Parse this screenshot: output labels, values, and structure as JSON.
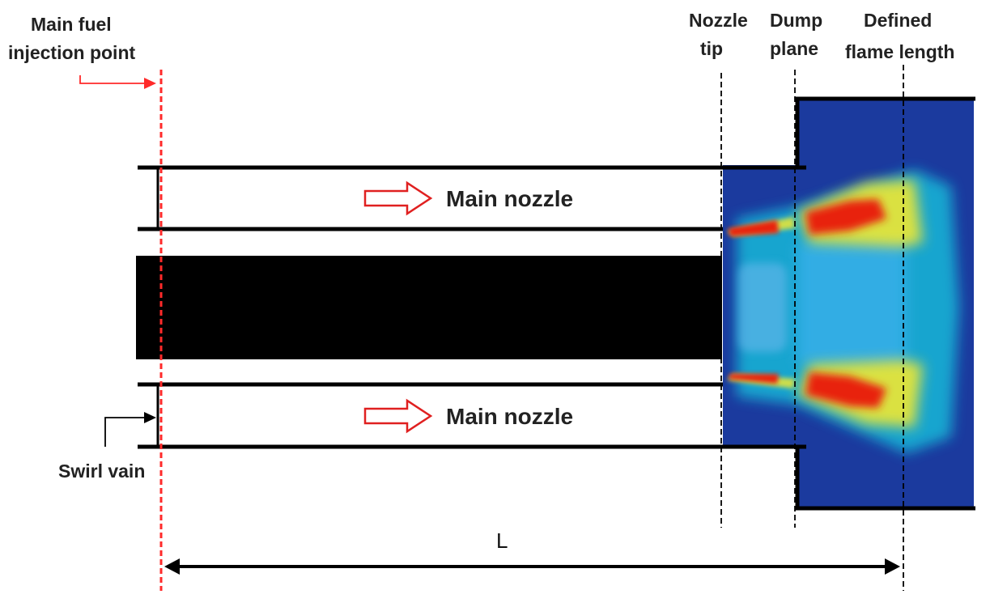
{
  "labels": {
    "main_fuel_line1": "Main fuel",
    "main_fuel_line2": "injection point",
    "nozzle_tip_line1": "Nozzle",
    "nozzle_tip_line2": "tip",
    "dump_plane_line1": "Dump",
    "dump_plane_line2": "plane",
    "flame_length_line1": "Defined",
    "flame_length_line2": "flame length",
    "main_nozzle_upper": "Main nozzle",
    "main_nozzle_lower": "Main nozzle",
    "swirl_vain": "Swirl vain",
    "length": "L"
  },
  "colors": {
    "injection_line": "#ff2a2a",
    "flow_arrow_outline": "#e02020",
    "structure": "#000000",
    "flame_background": "#1a3ca8",
    "flame_mid": "#18d8e8",
    "flame_hot": "#ffe020",
    "flame_core": "#e01010"
  }
}
